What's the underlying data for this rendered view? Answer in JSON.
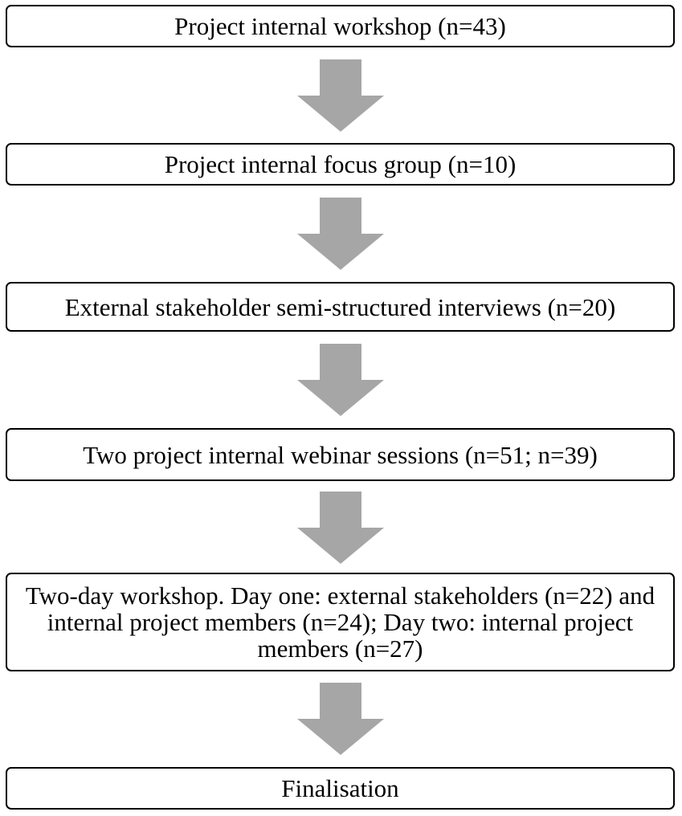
{
  "diagram": {
    "steps": [
      {
        "label": "Project internal workshop (n=43)"
      },
      {
        "label": "Project internal focus group (n=10)"
      },
      {
        "label": "External stakeholder semi-structured interviews (n=20)"
      },
      {
        "label": "Two project internal webinar sessions (n=51; n=39)"
      },
      {
        "label": "Two-day workshop. Day one: external stakeholders (n=22) and internal project members (n=24); Day two: internal project members (n=27)"
      },
      {
        "label": "Finalisation"
      }
    ],
    "colors": {
      "box_border": "#000000",
      "arrow_fill": "#a6a6a6",
      "background": "#ffffff"
    }
  }
}
